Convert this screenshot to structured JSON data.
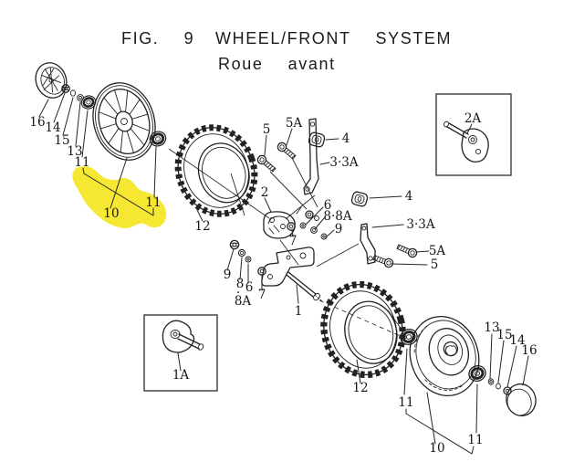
{
  "header": {
    "fig_label": "FIG.  9",
    "title": "WHEEL/FRONT  SYSTEM",
    "subtitle": "Roue  avant"
  },
  "colors": {
    "ink": "#222220",
    "highlight": "#f6e832",
    "paper": "#ffffff"
  },
  "callouts": {
    "lw_cap": "16",
    "lw_screw": "14",
    "lw_washer_a": "15",
    "lw_washer_b": "13",
    "lw_bearing_left": "11",
    "lw_rim": "10",
    "lw_bearing_right": "11",
    "lw_tire": "12",
    "cb_bolt5": "5",
    "cb_bolt5a": "5A",
    "cb_pad4_top": "4",
    "cb_arm_top": "3·3A",
    "cb_bracket2": "2",
    "cb_washer6": "6",
    "cb_washer88a": "8·8A",
    "cb_washer9": "9",
    "cb_washer7": "7",
    "cb_pad4_right": "4",
    "cb_arm_right": "3·3A",
    "cb_bolt5a_right": "5A",
    "cb_bolt5_right": "5",
    "col_nut9": "9",
    "col_washer8": "8",
    "col_dot": "·",
    "col_washer8a": "8A",
    "col_washer6": "6",
    "col_washer7": "7",
    "fork1": "1",
    "bt_tire": "12",
    "inset_fork": "1A",
    "inset_bracket": "2A",
    "rw_washer_a": "13",
    "rw_washer_b": "15",
    "rw_nut": "14",
    "rw_cap": "16",
    "rw_bearing_left": "11",
    "rw_rim": "10",
    "rw_bearing_right": "11"
  }
}
